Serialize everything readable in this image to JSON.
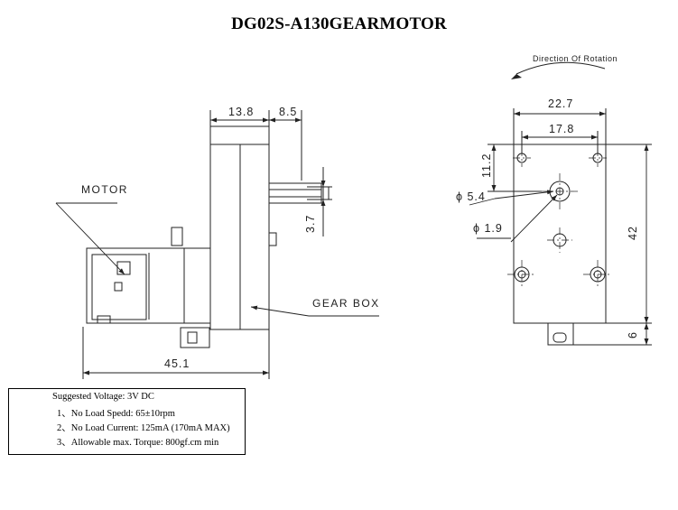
{
  "title": "DG02S-A130GEARMOTOR",
  "side_view": {
    "dim_top_left": "13.8",
    "dim_top_right": "8.5",
    "dim_shaft": "3.7",
    "dim_bottom": "45.1",
    "label_motor": "MOTOR",
    "label_gearbox": "GEAR BOX"
  },
  "front_view": {
    "rotation_label": "Direction Of Rotation",
    "dim_width_outer": "22.7",
    "dim_width_inner": "17.8",
    "dim_top_offset": "11.2",
    "dim_shaft_dia": "ϕ 5.4",
    "dim_flat_dia": "ϕ 1.9",
    "dim_height": "42",
    "dim_tab": "6"
  },
  "specs": {
    "heading": "Suggested Voltage: 3V DC",
    "items": [
      "1、No Load Spedd: 65±10rpm",
      "2、No Load Current: 125mA (170mA MAX)",
      "3、Allowable max. Torque: 800gf.cm min"
    ]
  }
}
